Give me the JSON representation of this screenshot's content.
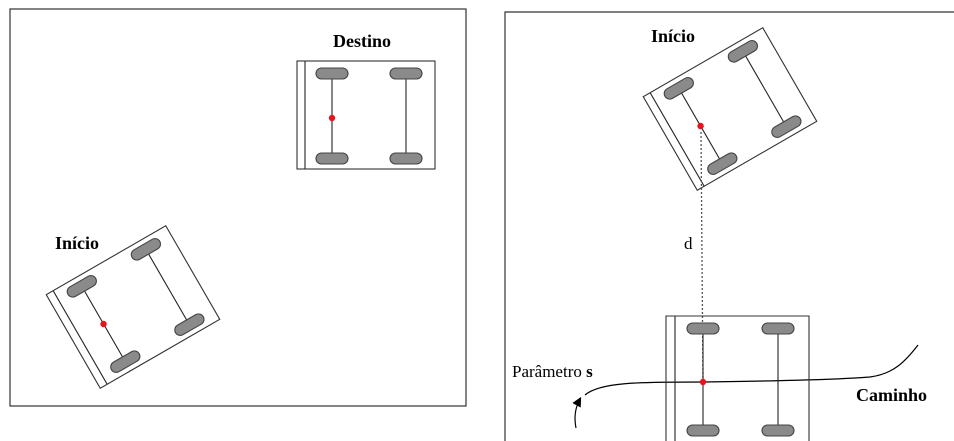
{
  "left_panel": {
    "destination_label": "Destino",
    "start_label": "Início"
  },
  "right_panel": {
    "start_label": "Início",
    "distance_label": "d",
    "parameter_label_prefix": "Parâmetro ",
    "parameter_label_symbol": "s",
    "path_label": "Caminho"
  },
  "colors": {
    "reference_point": "#e8141b",
    "wheel_fill": "#8a8a8a"
  }
}
